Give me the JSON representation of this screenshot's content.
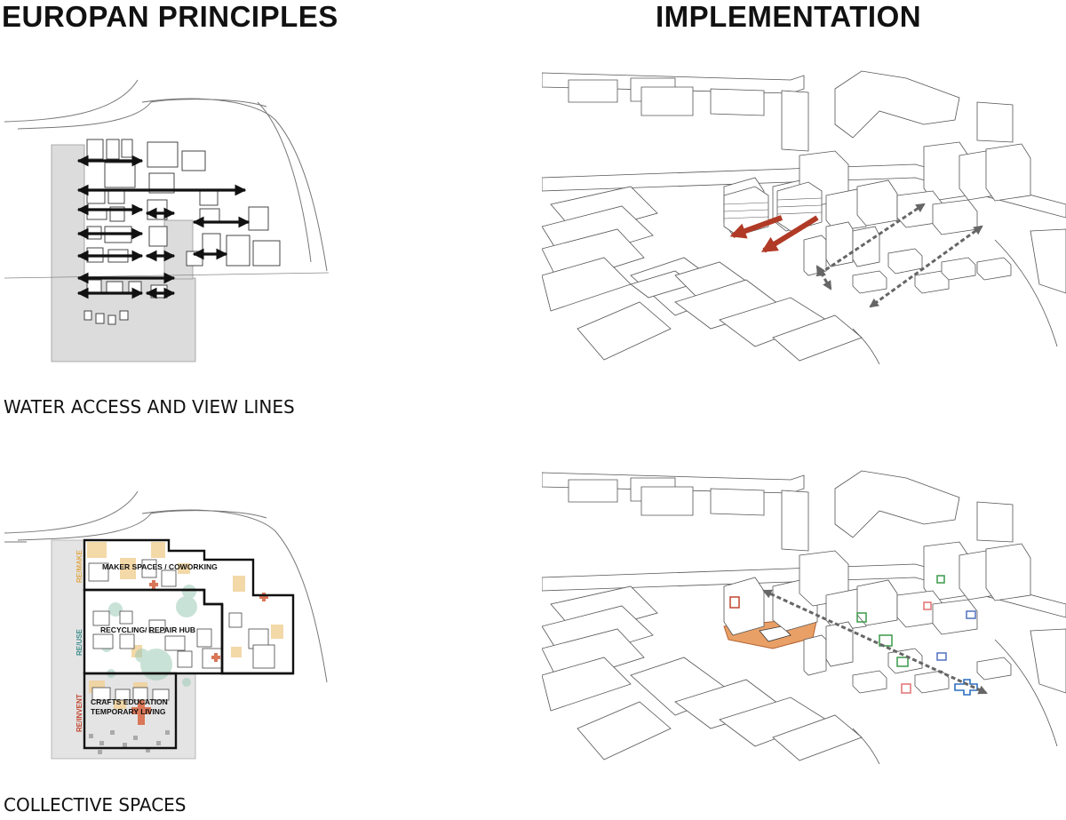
{
  "headers": {
    "principles": "EUROPAN PRINCIPLES",
    "implementation": "IMPLEMENTATION"
  },
  "captions": {
    "water": "WATER ACCESS AND VIEW LINES",
    "collective": "COLLECTIVE SPACES"
  },
  "zones": {
    "maker": "MAKER SPACES / COWORKING",
    "recycling": "RECYCLING/ REPAIR HUB",
    "crafts_line1": "CRAFTS EDUCATION",
    "crafts_line2": "TEMPORARY LIVING"
  },
  "vertical_labels": {
    "remake": "RE/MAKE",
    "reuse": "RE/USE",
    "reinvent": "RE/INVENT"
  },
  "colors": {
    "remake": "#e0a84a",
    "reuse": "#3f8c8c",
    "reinvent": "#c0452f",
    "view_arrow": "#b03a26",
    "access_arrow": "#666666",
    "plaza": "#e9a067",
    "site_gray": "#dcdcdc"
  }
}
